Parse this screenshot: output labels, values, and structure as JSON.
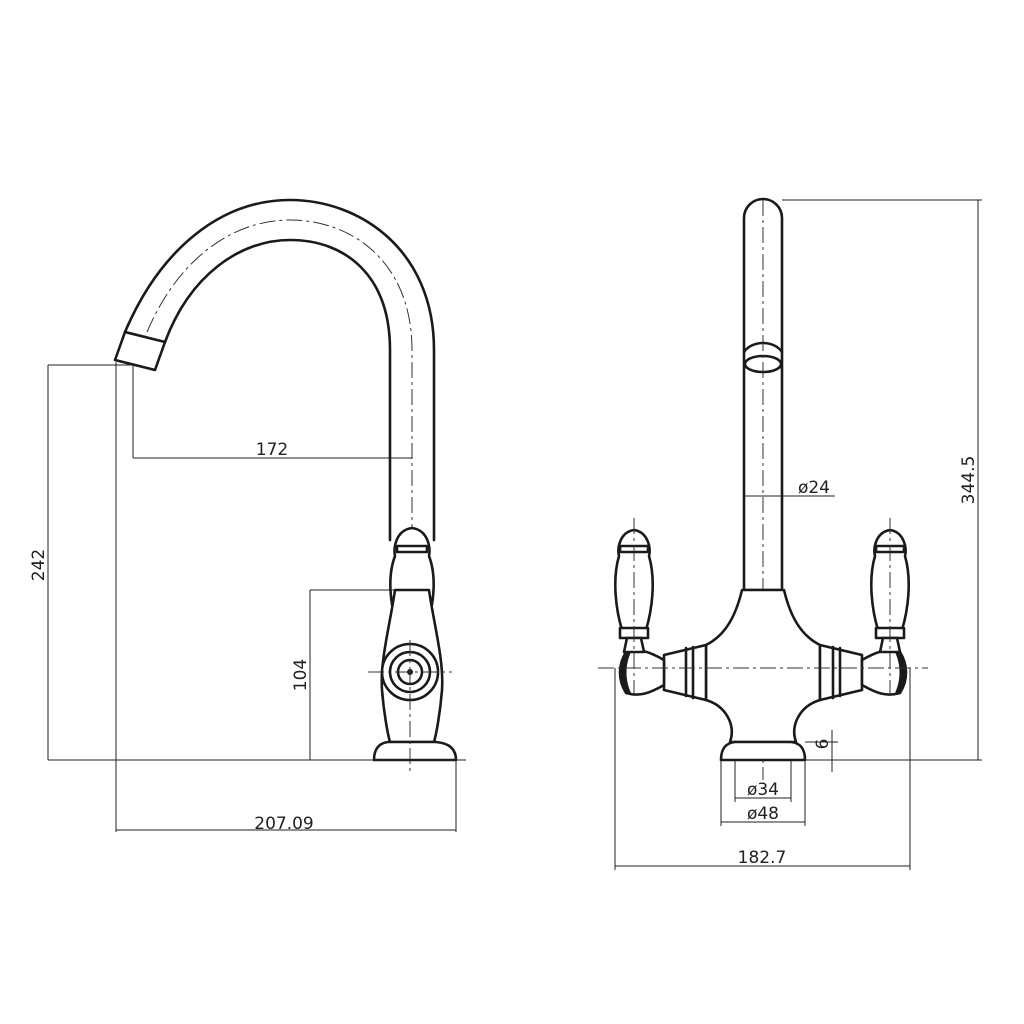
{
  "drawing": {
    "ink_color": "#1a1a1a",
    "background": "#ffffff",
    "side_view": {
      "dimensions": {
        "spout_reach": "172",
        "outlet_height": "242",
        "handle_height": "104",
        "overall_depth": "207.09"
      }
    },
    "front_view": {
      "dimensions": {
        "spout_diameter": "ø24",
        "overall_height": "344.5",
        "base_thickness": "6",
        "inner_base_diameter": "ø34",
        "outer_base_diameter": "ø48",
        "overall_width": "182.7"
      }
    }
  }
}
